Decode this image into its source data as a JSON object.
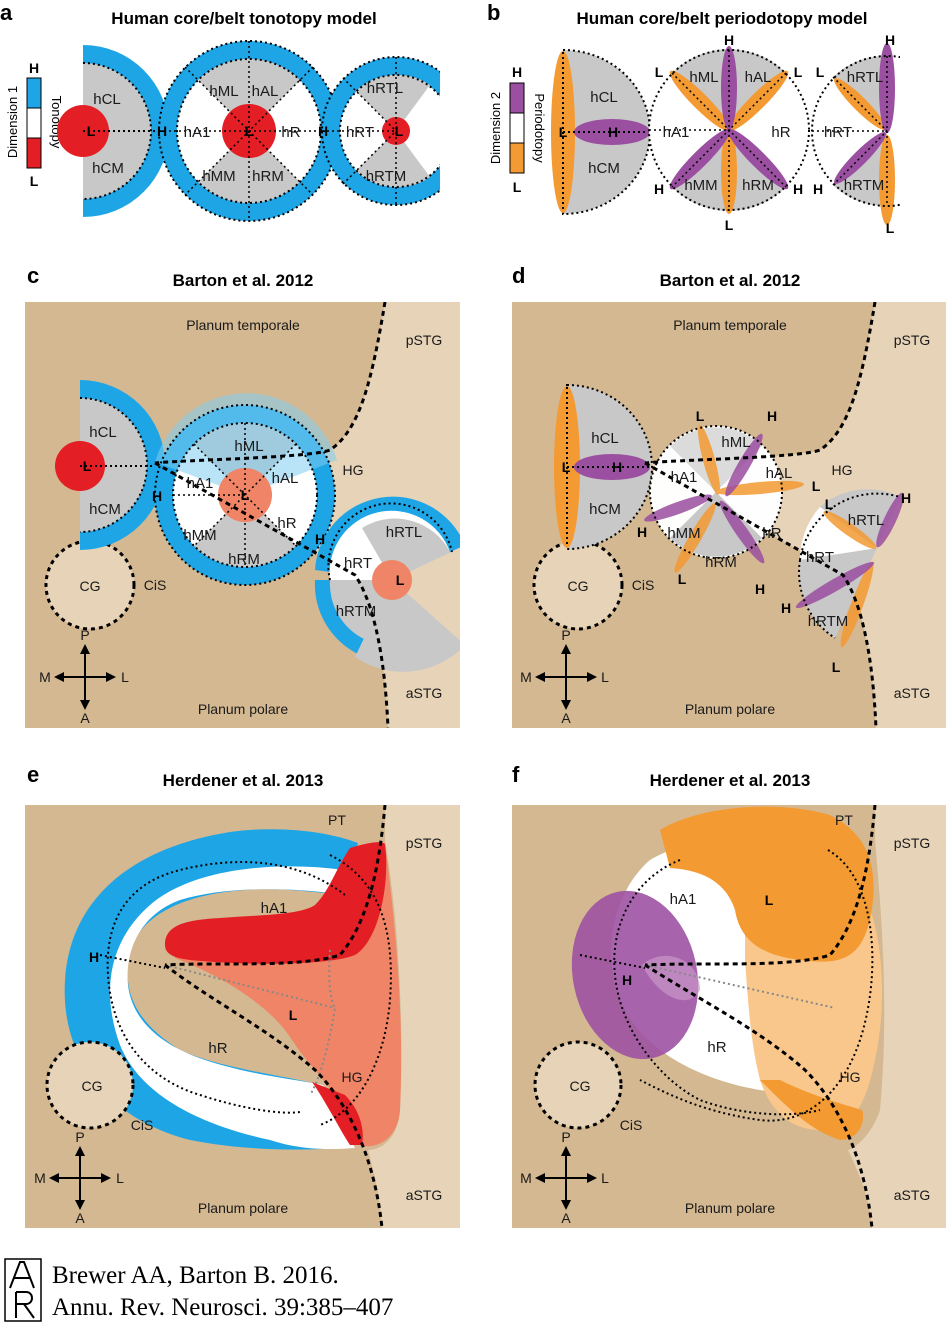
{
  "colors": {
    "blue": "#1ea5e6",
    "light_blue": "#7fcdf0",
    "red": "#e31e24",
    "salmon": "#ef8466",
    "gray": "#c8c8c8",
    "purple": "#9b4fa0",
    "orange": "#f39a32",
    "light_orange": "#f9c78c",
    "tan_dark": "#d4b891",
    "tan_light": "#e6d3b8",
    "black": "#000000",
    "white": "#ffffff"
  },
  "panels": {
    "a": {
      "letter": "a",
      "title": "Human core/belt tonotopy model",
      "dim_label": "Dimension 1",
      "map_label": "Tonotopy",
      "H": "H",
      "L": "L",
      "areas": {
        "hCL": "hCL",
        "hCM": "hCM",
        "hML": "hML",
        "hAL": "hAL",
        "hA1": "hA1",
        "hR": "hR",
        "hMM": "hMM",
        "hRM": "hRM",
        "hRTL": "hRTL",
        "hRT": "hRT",
        "hRTM": "hRTM"
      }
    },
    "b": {
      "letter": "b",
      "title": "Human core/belt periodotopy model",
      "dim_label": "Dimension 2",
      "map_label": "Periodotopy",
      "H": "H",
      "L": "L",
      "areas": {
        "hCL": "hCL",
        "hCM": "hCM",
        "hML": "hML",
        "hAL": "hAL",
        "hA1": "hA1",
        "hR": "hR",
        "hMM": "hMM",
        "hRM": "hRM",
        "hRTL": "hRTL",
        "hRT": "hRT",
        "hRTM": "hRTM"
      }
    },
    "c": {
      "letter": "c",
      "title": "Barton et al. 2012",
      "planum_temporale": "Planum temporale",
      "planum_polare": "Planum polare",
      "pSTG": "pSTG",
      "aSTG": "aSTG",
      "HG": "HG",
      "CG": "CG",
      "CiS": "CiS",
      "P": "P",
      "A": "A",
      "M": "M",
      "Lc": "L",
      "H": "H",
      "L": "L",
      "areas": {
        "hCL": "hCL",
        "hCM": "hCM",
        "hML": "hML",
        "hAL": "hAL",
        "hA1": "hA1",
        "hR": "hR",
        "hMM": "hMM",
        "hRM": "hRM",
        "hRTL": "hRTL",
        "hRT": "hRT",
        "hRTM": "hRTM"
      }
    },
    "d": {
      "letter": "d",
      "title": "Barton et al. 2012",
      "planum_temporale": "Planum temporale",
      "planum_polare": "Planum polare",
      "pSTG": "pSTG",
      "aSTG": "aSTG",
      "HG": "HG",
      "CG": "CG",
      "CiS": "CiS",
      "P": "P",
      "A": "A",
      "M": "M",
      "Lc": "L",
      "H": "H",
      "L": "L",
      "areas": {
        "hCL": "hCL",
        "hCM": "hCM",
        "hML": "hML",
        "hAL": "hAL",
        "hA1": "hA1",
        "hR": "hR",
        "hMM": "hMM",
        "hRM": "hRM",
        "hRTL": "hRTL",
        "hRT": "hRT",
        "hRTM": "hRTM"
      }
    },
    "e": {
      "letter": "e",
      "title": "Herdener et al. 2013",
      "PT": "PT",
      "pSTG": "pSTG",
      "aSTG": "aSTG",
      "HG": "HG",
      "CG": "CG",
      "CiS": "CiS",
      "planum_polare": "Planum polare",
      "P": "P",
      "A": "A",
      "M": "M",
      "Lc": "L",
      "hA1": "hA1",
      "hR": "hR",
      "H": "H",
      "L": "L"
    },
    "f": {
      "letter": "f",
      "title": "Herdener et al. 2013",
      "PT": "PT",
      "pSTG": "pSTG",
      "aSTG": "aSTG",
      "HG": "HG",
      "CG": "CG",
      "CiS": "CiS",
      "planum_polare": "Planum polare",
      "P": "P",
      "A": "A",
      "M": "M",
      "Lc": "L",
      "hA1": "hA1",
      "hR": "hR",
      "H": "H",
      "L": "L"
    }
  },
  "citation": {
    "line1": "Brewer AA, Barton B. 2016.",
    "line2": "Annu. Rev. Neurosci. 39:385–407"
  }
}
